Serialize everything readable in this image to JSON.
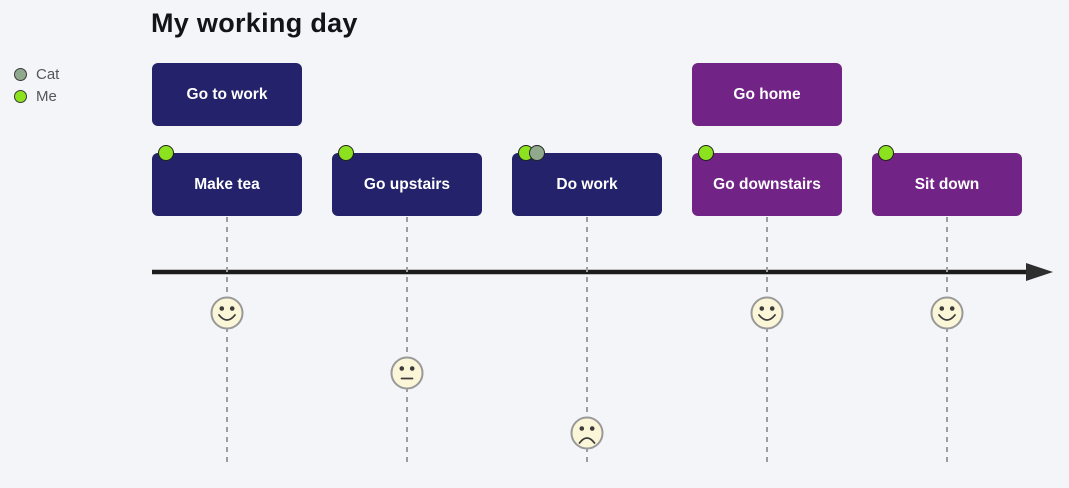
{
  "title": "My working day",
  "legend": [
    {
      "label": "Cat",
      "color": "#90a88c"
    },
    {
      "label": "Me",
      "color": "#8ce21f"
    }
  ],
  "colors": {
    "background": "#f4f5f8",
    "section_work": "#23226b",
    "section_home": "#712486",
    "axis": "#1c1c1c",
    "gridline": "#9e9e9e",
    "face_fill": "#fcf6d8",
    "face_stroke": "#999999",
    "face_features": "#3b3b3b",
    "box_text": "#ffffff",
    "legend_text": "#55555a",
    "title_text": "#131318"
  },
  "timeline": {
    "sections": [
      {
        "label": "Go to work",
        "column": 0,
        "color": "#23226b"
      },
      {
        "label": "Go home",
        "column": 3,
        "color": "#712486"
      }
    ],
    "events": [
      {
        "label": "Make tea",
        "column": 0,
        "color": "#23226b",
        "participants": [
          "Me"
        ],
        "mood": "happy"
      },
      {
        "label": "Go upstairs",
        "column": 1,
        "color": "#23226b",
        "participants": [
          "Me"
        ],
        "mood": "neutral"
      },
      {
        "label": "Do work",
        "column": 2,
        "color": "#23226b",
        "participants": [
          "Me",
          "Cat"
        ],
        "mood": "sad"
      },
      {
        "label": "Go downstairs",
        "column": 3,
        "color": "#712486",
        "participants": [
          "Me"
        ],
        "mood": "happy"
      },
      {
        "label": "Sit down",
        "column": 4,
        "color": "#712486",
        "participants": [
          "Me"
        ],
        "mood": "happy"
      }
    ],
    "moods": {
      "happy": 0,
      "neutral": 1,
      "sad": 2
    }
  }
}
